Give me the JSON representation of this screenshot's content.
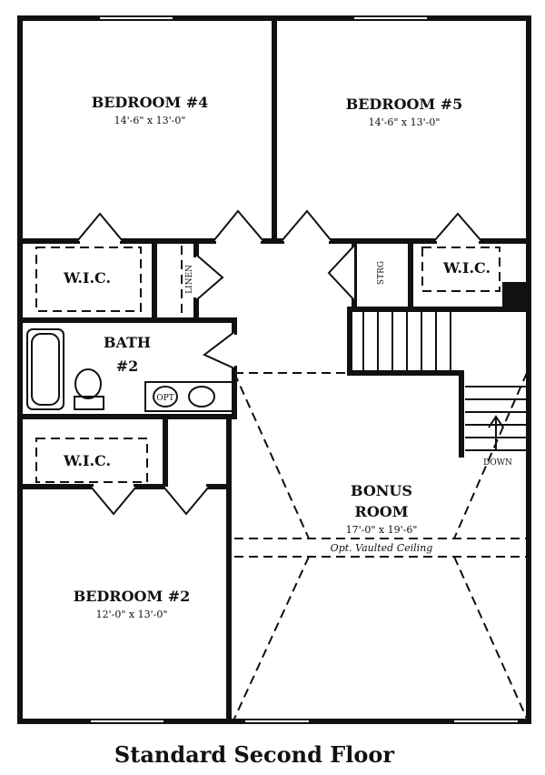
{
  "title": "Standard Second Floor",
  "rooms": {
    "bedroom4": {
      "name": "BEDROOM #4",
      "dims": "14'-6\" x 13'-0\""
    },
    "bedroom5": {
      "name": "BEDROOM #5",
      "dims": "14'-6\" x 13'-0\""
    },
    "bedroom2": {
      "name": "BEDROOM #2",
      "dims": "12'-0\" x 13'-0\""
    },
    "bath2": {
      "name_line1": "BATH",
      "name_line2": "#2"
    },
    "bonus": {
      "name_line1": "BONUS",
      "name_line2": "ROOM",
      "dims": "17'-0\" x 19'-6\"",
      "note": "Opt. Vaulted Ceiling"
    },
    "wic_left": "W.I.C.",
    "wic_right": "W.I.C.",
    "wic_lower": "W.I.C.",
    "linen": "LINEN",
    "strg": "STRG",
    "opt": "OPT",
    "down": "DOWN"
  }
}
